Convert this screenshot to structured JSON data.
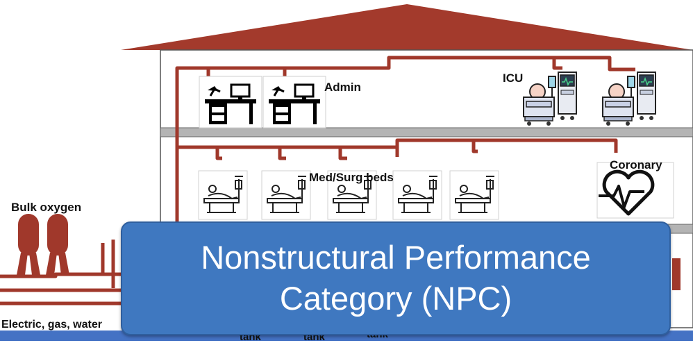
{
  "labels": {
    "admin": "Admin",
    "icu": "ICU",
    "med_surg": "Med/Surg beds",
    "coronary": "Coronary",
    "bulk_oxygen": "Bulk oxygen",
    "utilities": "Electric, gas, water",
    "tank": "tank"
  },
  "banner": {
    "line1": "Nonstructural Performance",
    "line2": "Category (NPC)"
  },
  "colors": {
    "pipe": "#a0382b",
    "roof": "#a33a2c",
    "floor_slab": "#b4b4b4",
    "banner": "#3f78c0",
    "bottom_bar": "#4472c4"
  },
  "icons": [
    "desk-icon",
    "icu-bed-icon",
    "hospital-bed-icon",
    "heart-monitor-icon",
    "oxygen-tank-icon"
  ]
}
